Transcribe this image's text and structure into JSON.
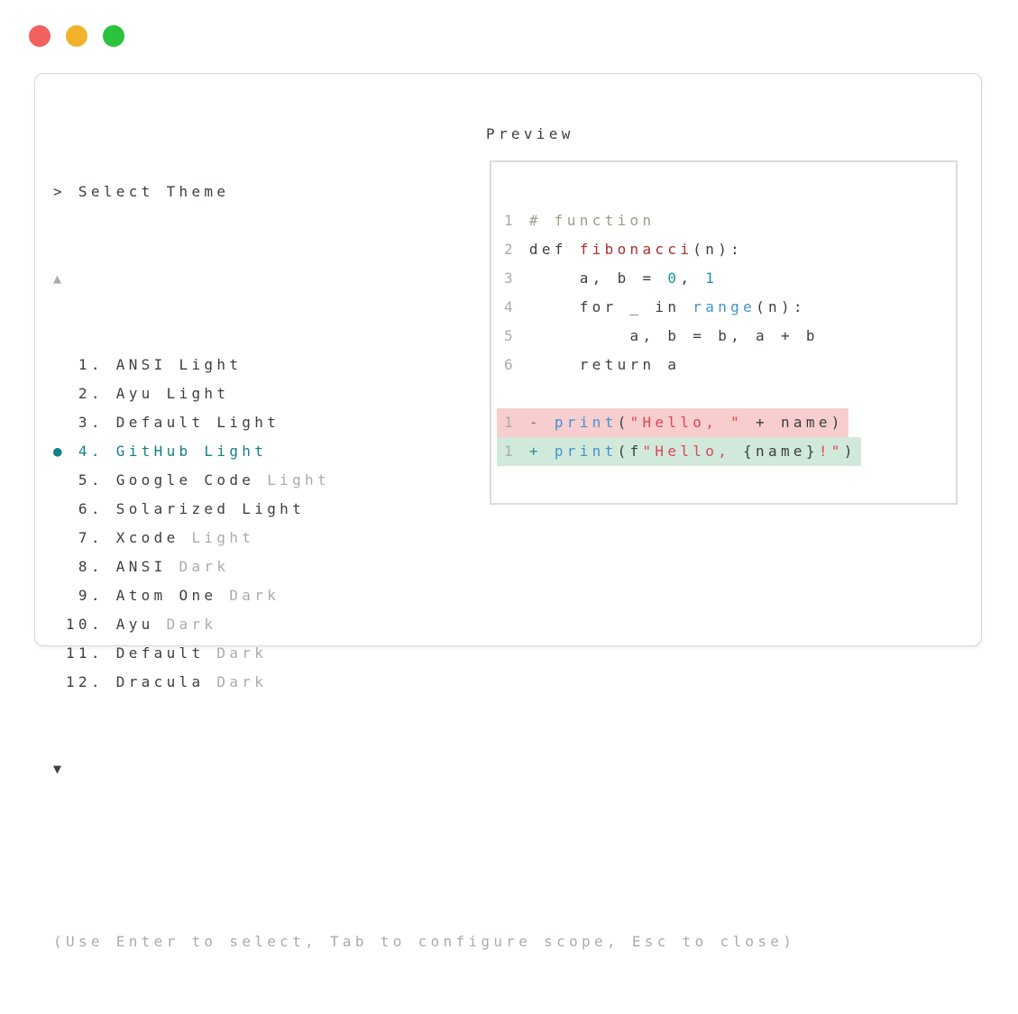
{
  "colors": {
    "accent_teal": "#137f8a",
    "text_dark": "#3a3f44",
    "text_dim": "#a7acb0",
    "comment": "#99a08a",
    "function_red": "#a93030",
    "number_teal": "#18969b",
    "builtin_blue": "#3f93d2",
    "string_crimson": "#dc4655",
    "diff_removed_bg": "#f7cdcd",
    "diff_added_bg": "#d1e9da",
    "diff_removed_fg": "#dc4655",
    "diff_added_fg": "#22998f",
    "traffic_red": "#f2615e",
    "traffic_yellow": "#f0b32b",
    "traffic_green": "#2bc23c"
  },
  "header": {
    "prompt": "> Select Theme",
    "preview_label": "Preview"
  },
  "list": {
    "scroll_up_icon": "▲",
    "scroll_down_icon": "▼",
    "selected_bullet_icon": "●",
    "items": [
      {
        "number": "1",
        "name": "ANSI Light",
        "dim": "",
        "selected": false
      },
      {
        "number": "2",
        "name": "Ayu Light",
        "dim": "",
        "selected": false
      },
      {
        "number": "3",
        "name": "Default Light",
        "dim": "",
        "selected": false
      },
      {
        "number": "4",
        "name": "GitHub Light",
        "dim": "",
        "selected": true
      },
      {
        "number": "5",
        "name": "Google Code",
        "dim": " Light",
        "selected": false
      },
      {
        "number": "6",
        "name": "Solarized Light",
        "dim": "",
        "selected": false
      },
      {
        "number": "7",
        "name": "Xcode",
        "dim": " Light",
        "selected": false
      },
      {
        "number": "8",
        "name": "ANSI",
        "dim": " Dark",
        "selected": false
      },
      {
        "number": "9",
        "name": "Atom One",
        "dim": " Dark",
        "selected": false
      },
      {
        "number": "10",
        "name": "Ayu",
        "dim": " Dark",
        "selected": false
      },
      {
        "number": "11",
        "name": "Default",
        "dim": " Dark",
        "selected": false
      },
      {
        "number": "12",
        "name": "Dracula",
        "dim": " Dark",
        "selected": false
      }
    ]
  },
  "preview": {
    "lines": [
      {
        "bg": null,
        "tokens": [
          [
            "ln",
            "1 "
          ],
          [
            "c",
            "# function"
          ]
        ]
      },
      {
        "bg": null,
        "tokens": [
          [
            "ln",
            "2 "
          ],
          [
            "t",
            "def "
          ],
          [
            "fn",
            "fibonacci"
          ],
          [
            "t",
            "(n):"
          ]
        ]
      },
      {
        "bg": null,
        "tokens": [
          [
            "ln",
            "3 "
          ],
          [
            "t",
            "    a, b = "
          ],
          [
            "n",
            "0"
          ],
          [
            "t",
            ", "
          ],
          [
            "n",
            "1"
          ]
        ]
      },
      {
        "bg": null,
        "tokens": [
          [
            "ln",
            "4 "
          ],
          [
            "t",
            "    for _ in "
          ],
          [
            "b",
            "range"
          ],
          [
            "t",
            "(n):"
          ]
        ]
      },
      {
        "bg": null,
        "tokens": [
          [
            "ln",
            "5 "
          ],
          [
            "t",
            "        a, b = b, a + b"
          ]
        ]
      },
      {
        "bg": null,
        "tokens": [
          [
            "ln",
            "6 "
          ],
          [
            "t",
            "    return a"
          ]
        ]
      },
      {
        "bg": null,
        "tokens": []
      },
      {
        "bg": "del",
        "tokens": [
          [
            "ln",
            "1 "
          ],
          [
            "del",
            "- "
          ],
          [
            "b",
            "print"
          ],
          [
            "t",
            "("
          ],
          [
            "s",
            "\"Hello, \""
          ],
          [
            "t",
            " + name)"
          ]
        ]
      },
      {
        "bg": "add",
        "tokens": [
          [
            "ln",
            "1 "
          ],
          [
            "add",
            "+ "
          ],
          [
            "b",
            "print"
          ],
          [
            "t",
            "(f"
          ],
          [
            "s",
            "\"Hello, "
          ],
          [
            "t",
            "{name}"
          ],
          [
            "s",
            "!\""
          ],
          [
            "t",
            ")"
          ]
        ]
      }
    ]
  },
  "footer": {
    "hint": "(Use Enter to select, Tab to configure scope, Esc to close)"
  }
}
